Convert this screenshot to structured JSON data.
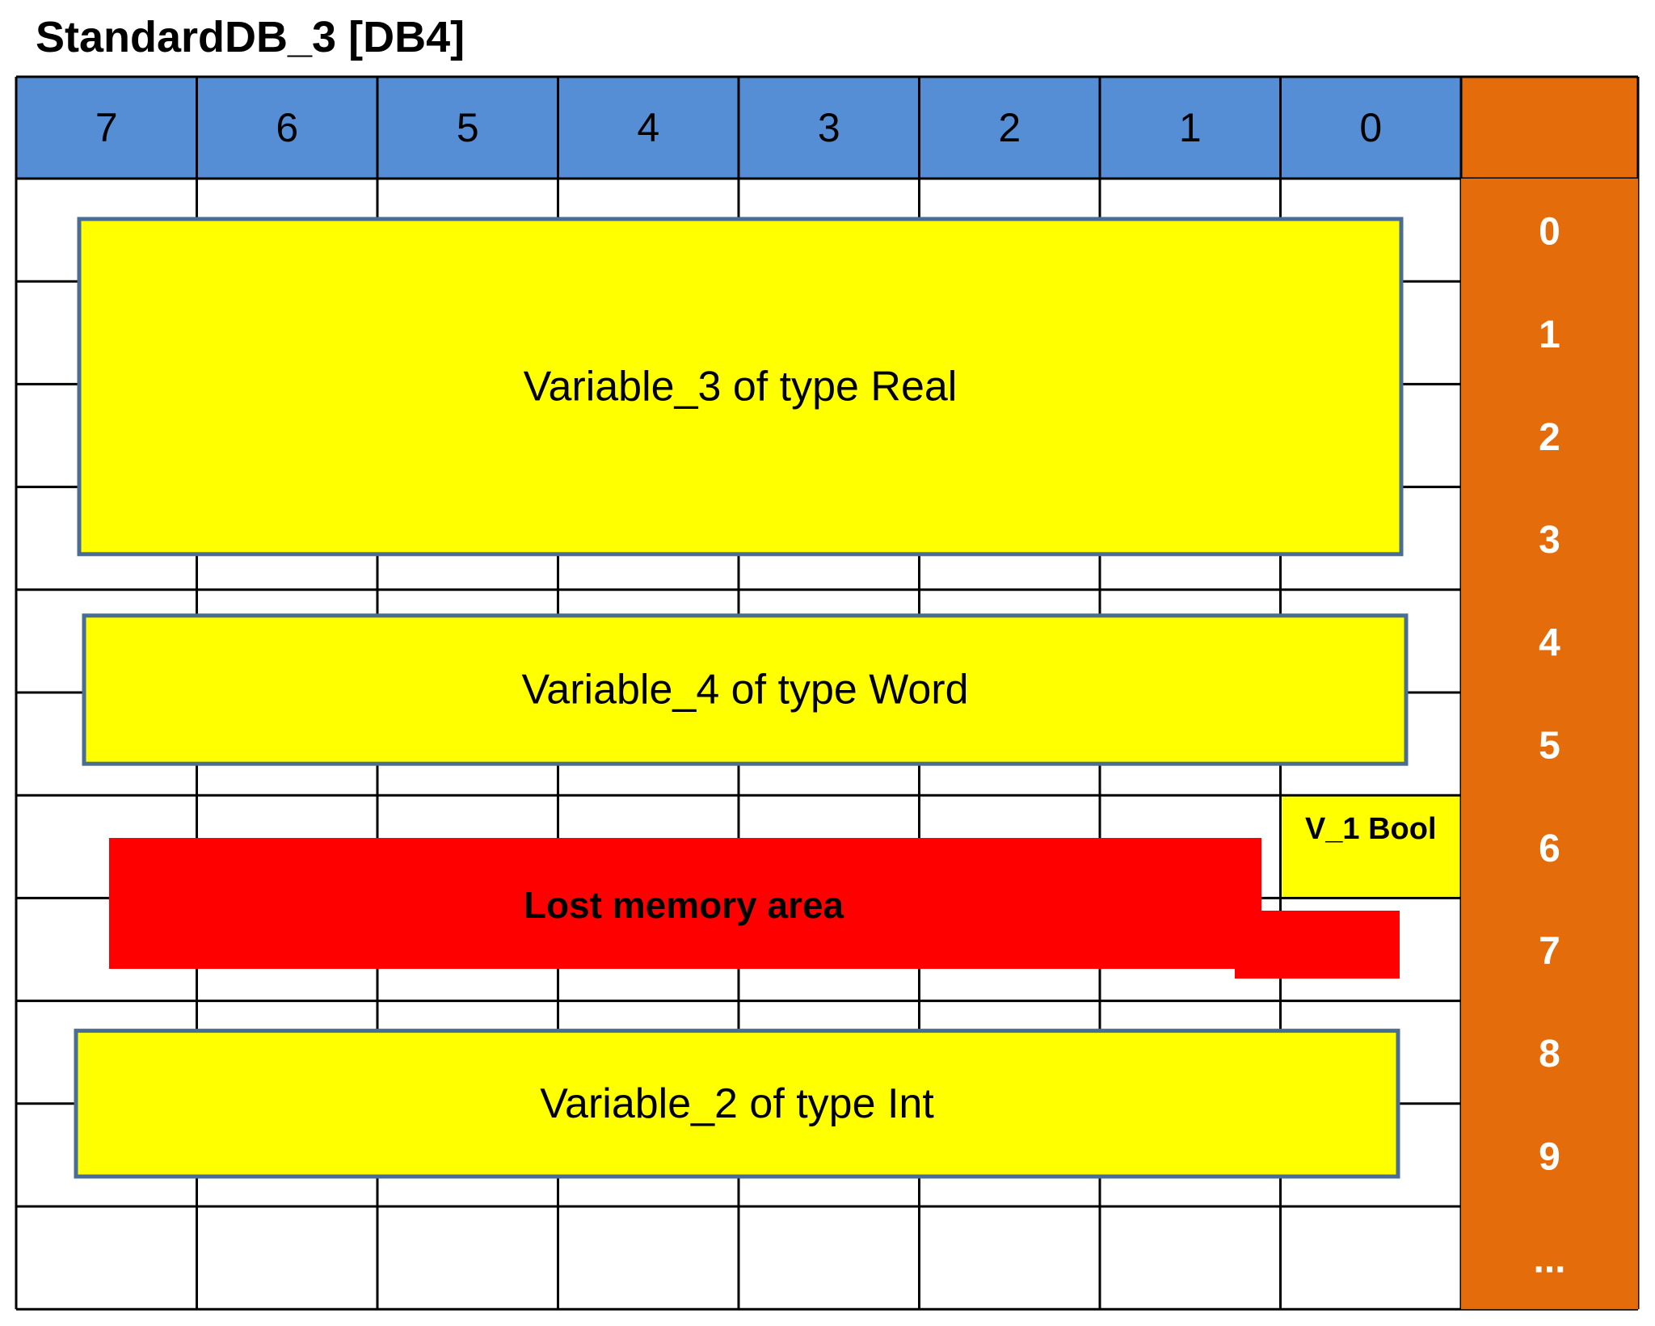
{
  "title": "StandardDB_3 [DB4]",
  "bit_header": [
    "7",
    "6",
    "5",
    "4",
    "3",
    "2",
    "1",
    "0"
  ],
  "byte_labels": [
    "0",
    "1",
    "2",
    "3",
    "4",
    "5",
    "6",
    "7",
    "8",
    "9",
    "..."
  ],
  "variables": [
    {
      "id": "variable-3",
      "label": "Variable_3 of type Real",
      "byte_start": 0,
      "byte_end": 3,
      "kind": "variable"
    },
    {
      "id": "variable-4",
      "label": "Variable_4 of type Word",
      "byte_start": 4,
      "byte_end": 5,
      "kind": "variable"
    },
    {
      "id": "v-1",
      "label": "V_1 Bool",
      "byte_start": 6,
      "byte_end": 6,
      "bit": 0,
      "kind": "bool"
    },
    {
      "id": "lost-memory",
      "label": "Lost memory area",
      "byte_start": 6,
      "byte_end": 7,
      "kind": "lost"
    },
    {
      "id": "variable-2",
      "label": "Variable_2 of type Int",
      "byte_start": 8,
      "byte_end": 9,
      "kind": "variable"
    }
  ],
  "colors": {
    "header_blue": "#558ed5",
    "byte_orange": "#e46c0a",
    "variable_yellow": "#ffff00",
    "variable_border": "#4a6d96",
    "lost_red": "#ff0000",
    "grid_line": "#000000",
    "byte_text": "#ffffff"
  }
}
